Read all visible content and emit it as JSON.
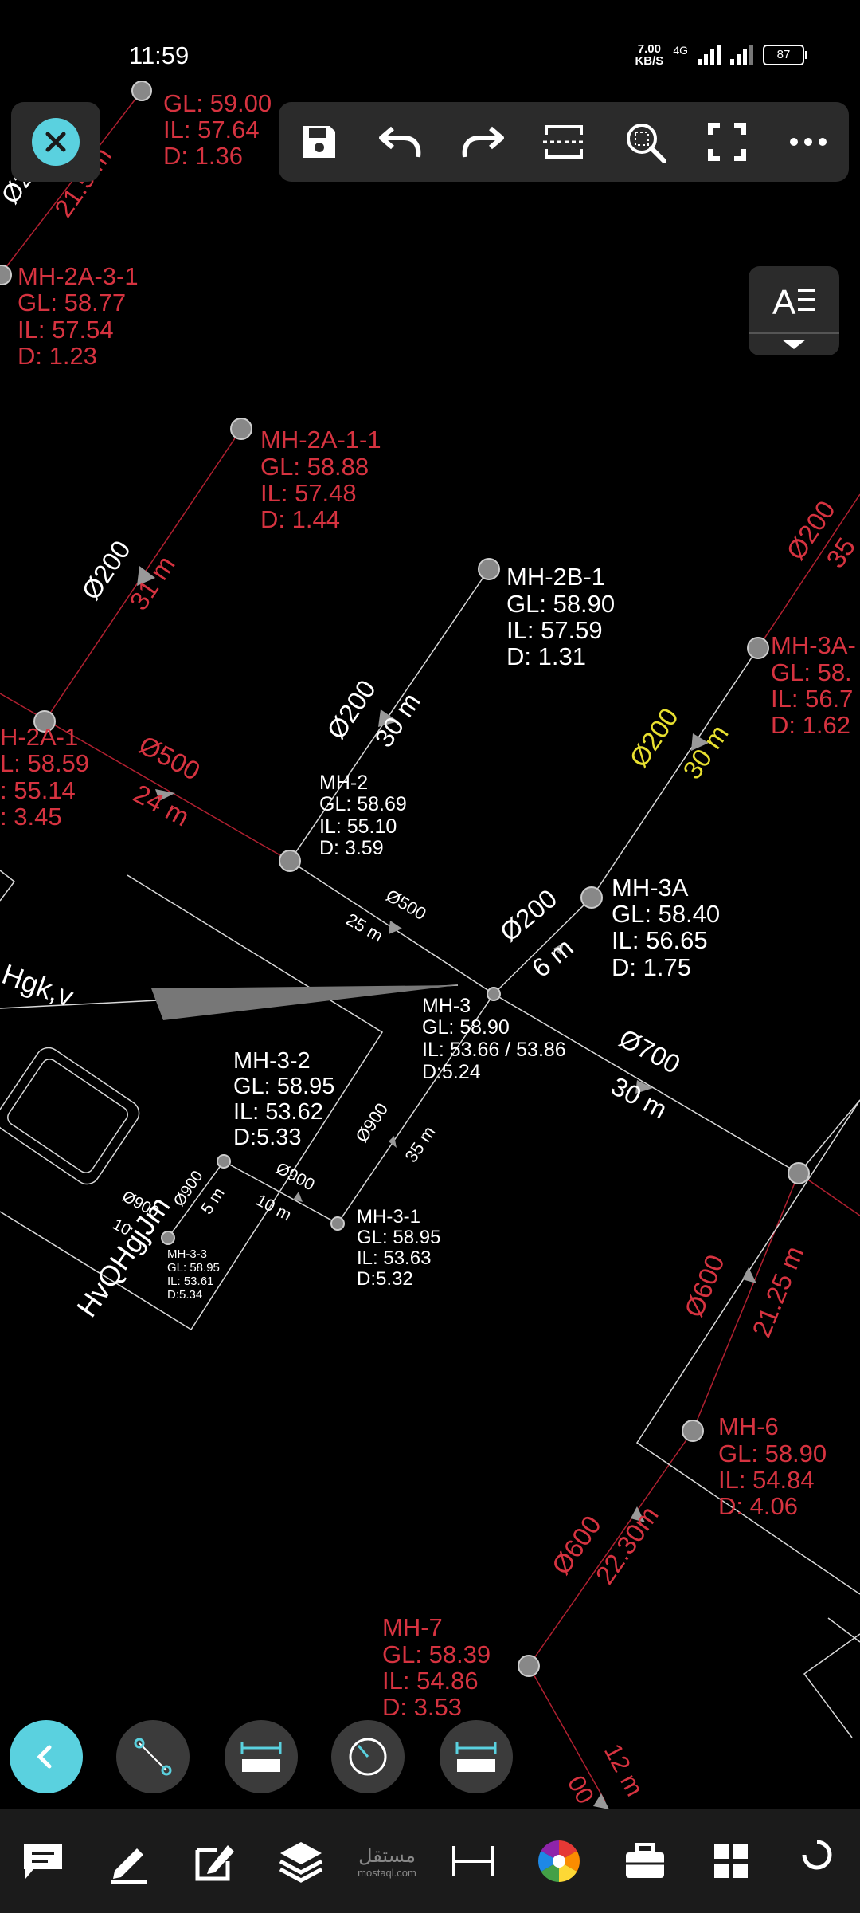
{
  "status": {
    "time": "11:59",
    "netspeed_value": "7.00",
    "netspeed_unit": "KB/S",
    "network": "4G",
    "battery": "87"
  },
  "toolbar": {
    "close_icon": "close-icon",
    "items": [
      "save-icon",
      "undo-icon",
      "redo-icon",
      "fit-window-icon",
      "zoom-window-icon",
      "fullscreen-icon",
      "more-icon"
    ]
  },
  "text_style_button": {
    "icon": "text-style-icon",
    "glyph": "A"
  },
  "measure_tools": [
    "back-icon",
    "measure-line-icon",
    "measure-distance-icon",
    "measure-radius-icon",
    "measure-ruler-icon"
  ],
  "bottom_bar": [
    "comment-icon",
    "draw-icon",
    "edit-icon",
    "layers-icon",
    "measure-icon",
    "dimension-icon",
    "color-wheel-icon",
    "toolbox-icon",
    "grid-icon",
    "more-tools-icon"
  ],
  "watermark": {
    "arabic": "مستقل",
    "latin": "mostaql.com"
  },
  "colors": {
    "red_label": "#d63340",
    "white_label": "#ffffff",
    "yellow_label": "#e8e030",
    "accent": "#5ad1df",
    "panel": "#2b2b2b"
  },
  "drawing": {
    "manholes": [
      {
        "name": "MH-2A-3-1",
        "gl": "GL: 58.77",
        "il": "IL: 57.54",
        "d": "D: 1.23"
      },
      {
        "name": "MH-2A-1-1",
        "gl": "GL: 58.88",
        "il": "IL: 57.48",
        "d": "D: 1.44"
      },
      {
        "name": "MH-2B-1",
        "gl": "GL: 58.90",
        "il": "IL: 57.59",
        "d": "D: 1.31"
      },
      {
        "name": "MH-3A-",
        "gl": "GL: 58.",
        "il": "IL: 56.7",
        "d": "D: 1.62"
      },
      {
        "name": "H-2A-1",
        "gl": "L: 58.59",
        "il": ": 55.14",
        "d": ": 3.45"
      },
      {
        "name": "MH-2",
        "gl": "GL: 58.69",
        "il": "IL: 55.10",
        "d": "D: 3.59"
      },
      {
        "name": "MH-3A",
        "gl": "GL: 58.40",
        "il": "IL: 56.65",
        "d": "D: 1.75"
      },
      {
        "name": "MH-3",
        "gl": "GL: 58.90",
        "il": "IL: 53.66 / 53.86",
        "d": "D:5.24"
      },
      {
        "name": "MH-3-2",
        "gl": "GL: 58.95",
        "il": "IL: 53.62",
        "d": "D:5.33"
      },
      {
        "name": "MH-3-1",
        "gl": "GL: 58.95",
        "il": "IL: 53.63",
        "d": "D:5.32"
      },
      {
        "name": "MH-3-3",
        "gl": "GL: 58.95",
        "il": "IL: 53.61",
        "d": "D:5.34"
      },
      {
        "name": "MH-6",
        "gl": "GL: 58.90",
        "il": "IL: 54.84",
        "d": "D: 4.06"
      },
      {
        "name": "MH-7",
        "gl": "GL: 58.39",
        "il": "IL: 54.86",
        "d": "D: 3.53"
      }
    ],
    "top_partial": {
      "gl": "GL: 59.00",
      "il": "IL: 57.64",
      "d": "D: 1.36"
    },
    "pipe_labels": {
      "d200_a": "Ø200",
      "len_31": "31 m",
      "d200_b": "Ø200",
      "len_30a": "30 m",
      "d200_y": "Ø200",
      "len_30y": "30 m",
      "d500_a": "Ø500",
      "len_24": "24 m",
      "d500_b": "Ø500",
      "len_25": "25 m",
      "d200_c": "Ø200",
      "len_6": "6 m",
      "d700": "Ø700",
      "len_30b": "30 m",
      "d900_a": "Ø900",
      "len_35": "35 m",
      "d900_b": "Ø900",
      "len_10a": "10 m",
      "len_5": "5 m",
      "d900_c": "Ø900",
      "d900_d": "Ø900",
      "len_10b": "10",
      "d600_a": "Ø600",
      "len_21": "21.25 m",
      "d600_b": "Ø600",
      "len_22": "22.30m",
      "d200_tr": "Ø200",
      "len_35tr": "35",
      "d2_top": "Ø2",
      "len_21_top": "21.5 m",
      "len_12": "12 m",
      "d00_bottom": "00"
    },
    "map_text": {
      "label1": "Hgk,v",
      "label2": "HvQHgjJm"
    }
  }
}
